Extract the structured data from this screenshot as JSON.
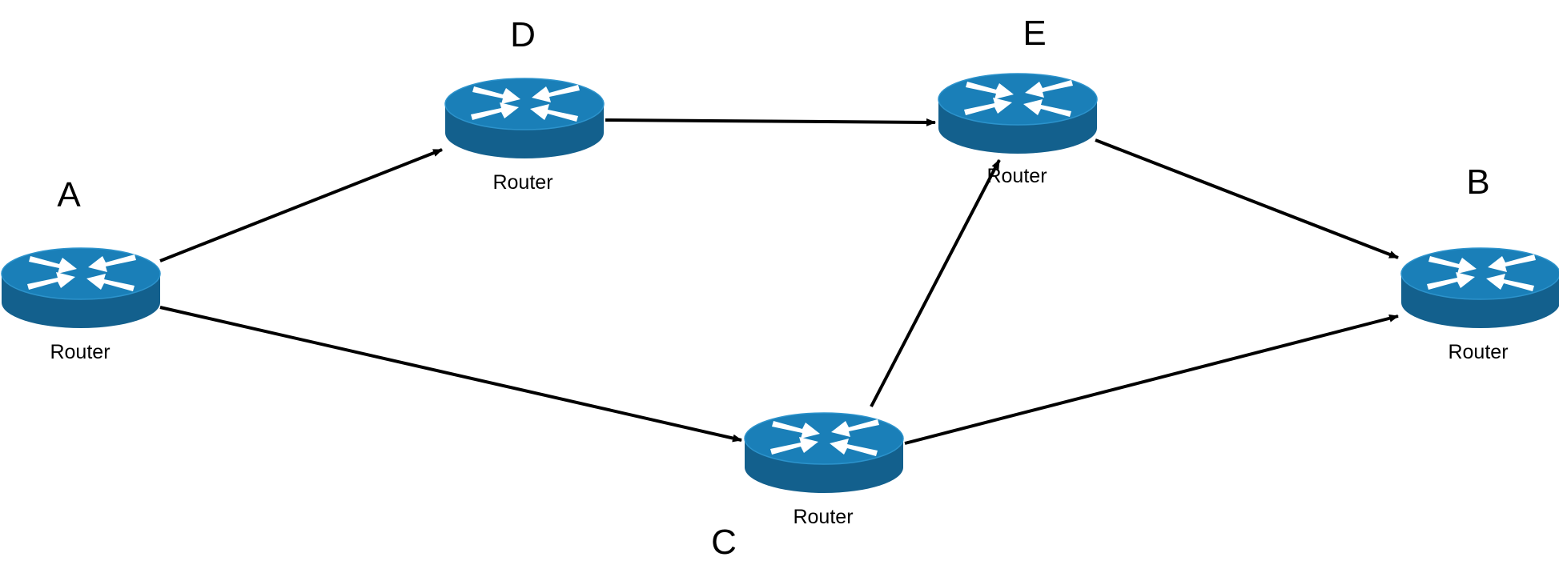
{
  "diagram": {
    "colors": {
      "router_top": "#1a7fb8",
      "router_side": "#13608d",
      "router_arrows": "#ffffff",
      "edge": "#000000"
    },
    "nodes": [
      {
        "id": "A",
        "label": "A",
        "caption": "Router",
        "icon": "router-icon"
      },
      {
        "id": "D",
        "label": "D",
        "caption": "Router",
        "icon": "router-icon"
      },
      {
        "id": "E",
        "label": "E",
        "caption": "Router",
        "icon": "router-icon"
      },
      {
        "id": "B",
        "label": "B",
        "caption": "Router",
        "icon": "router-icon"
      },
      {
        "id": "C",
        "label": "C",
        "caption": "Router",
        "icon": "router-icon"
      }
    ],
    "edges": [
      {
        "from": "A",
        "to": "D"
      },
      {
        "from": "A",
        "to": "C"
      },
      {
        "from": "D",
        "to": "E"
      },
      {
        "from": "E",
        "to": "B"
      },
      {
        "from": "C",
        "to": "E"
      },
      {
        "from": "C",
        "to": "B"
      }
    ]
  }
}
